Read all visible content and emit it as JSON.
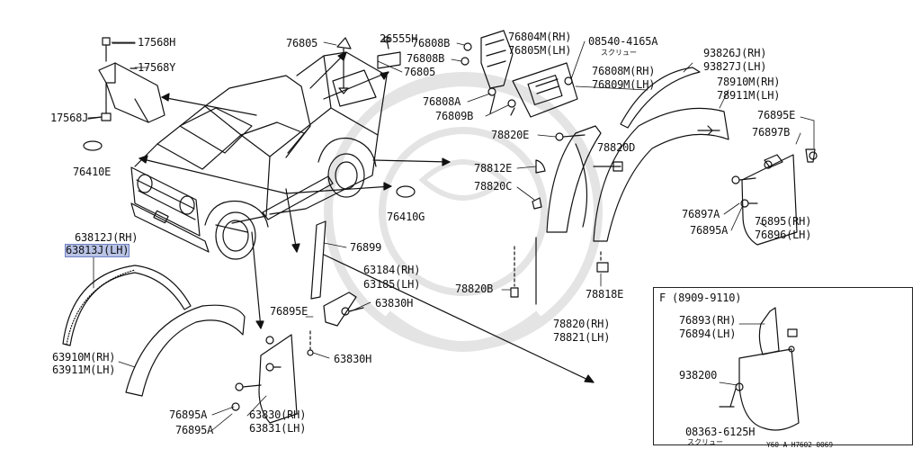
{
  "diagram_id": "Y60 A H7602 0069",
  "inset": {
    "title": "F  (8909-9110)"
  },
  "katakana_note": "スクリュー",
  "parts": {
    "p17568H": "17568H",
    "p17568Y": "17568Y",
    "p17568J": "17568J",
    "p76410E": "76410E",
    "p76410G": "76410G",
    "p76805_top": "76805",
    "p26555H": "26555H",
    "p76805_mid": "76805",
    "p76808B_1": "76808B",
    "p76808B_2": "76808B",
    "p76808A": "76808A",
    "p76809B": "76809B",
    "p76804M": "76804M(RH)",
    "p76805M": "76805M(LH)",
    "p08540": "08540-4165A",
    "p76808M": "76808M(RH)",
    "p76809M": "76809M(LH)",
    "p93826J": "93826J(RH)",
    "p93827J": "93827J(LH)",
    "p78910M": "78910M(RH)",
    "p78911M": "78911M(LH)",
    "p76895E_r": "76895E",
    "p76897B": "76897B",
    "p78820E": "78820E",
    "p78820D": "78820D",
    "p78812E": "78812E",
    "p78820C": "78820C",
    "p76897A": "76897A",
    "p76895A_r": "76895A",
    "p76895RH": "76895(RH)",
    "p76896LH": "76896(LH)",
    "p76899": "76899",
    "p63812J": "63812J(RH)",
    "p63813J": "63813J(LH)",
    "p63184": "63184(RH)",
    "p63185": "63185(LH)",
    "p63830H_1": "63830H",
    "p76895E_l": "76895E",
    "p63830H_2": "63830H",
    "p78820B": "78820B",
    "p78818E": "78818E",
    "p78820RH": "78820(RH)",
    "p78821LH": "78821(LH)",
    "p63910M": "63910M(RH)",
    "p63911M": "63911M(LH)",
    "p76895A_1": "76895A",
    "p76895A_2": "76895A",
    "p63830RH": "63830(RH)",
    "p63831LH": "63831(LH)",
    "p76893": "76893(RH)",
    "p76894": "76894(LH)",
    "p938200": "938200",
    "p08363": "08363-6125H"
  },
  "colors": {
    "ink": "#111111",
    "highlight": "#b9c3e6",
    "highlight_border": "#6f7fc2",
    "watermark": "#e4e4e4"
  }
}
